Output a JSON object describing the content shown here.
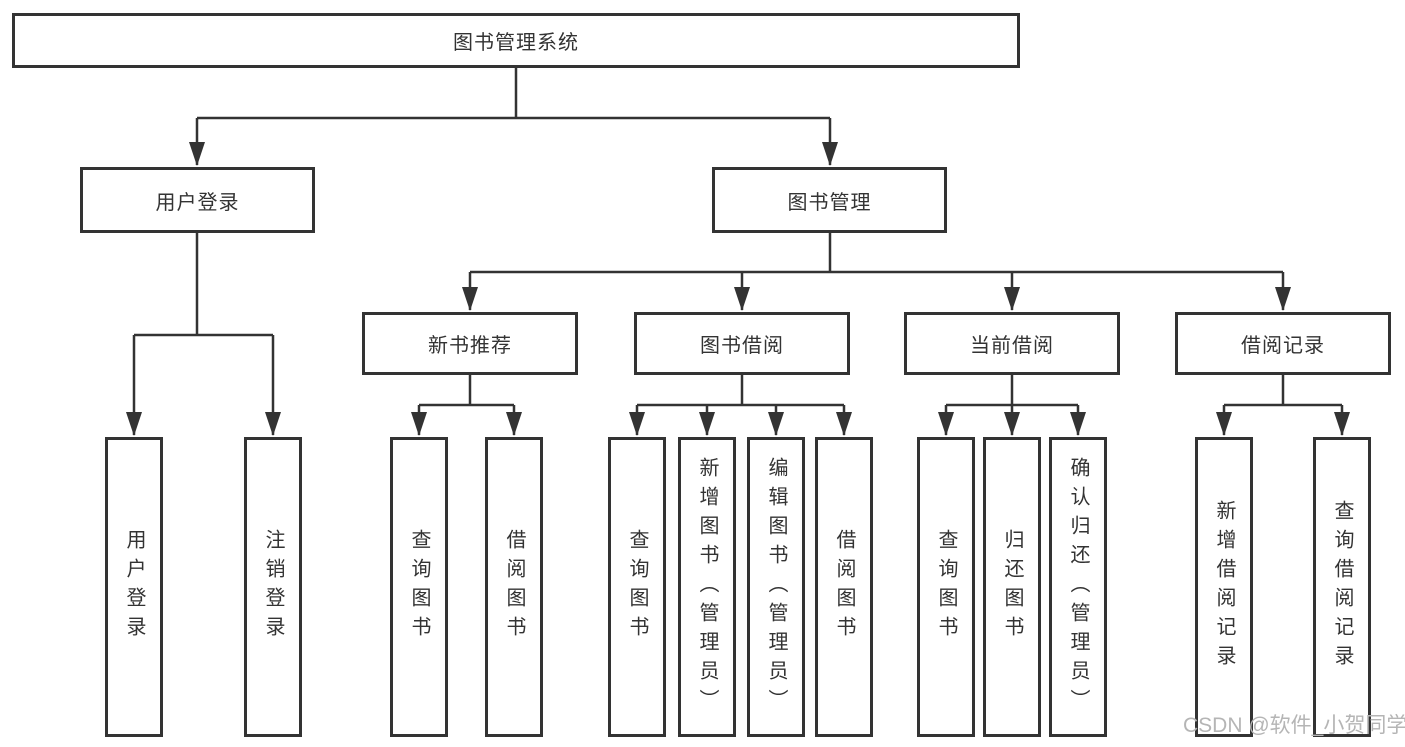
{
  "diagram": {
    "title": "图书管理系统",
    "colors": {
      "line": "#333333",
      "border": "#333333",
      "text": "#333333",
      "background": "#ffffff",
      "watermark": "#b5b5b5"
    },
    "root": {
      "label": "图书管理系统"
    },
    "level2": [
      {
        "label": "用户登录"
      },
      {
        "label": "图书管理"
      }
    ],
    "level3": [
      {
        "label": "新书推荐"
      },
      {
        "label": "图书借阅"
      },
      {
        "label": "当前借阅"
      },
      {
        "label": "借阅记录"
      }
    ],
    "leaves": {
      "user_login": [
        {
          "label": "用户登录"
        },
        {
          "label": "注销登录"
        }
      ],
      "new_book_recommend": [
        {
          "label": "查询图书"
        },
        {
          "label": "借阅图书"
        }
      ],
      "book_borrow": [
        {
          "label": "查询图书"
        },
        {
          "label": "新增图书（管理员）"
        },
        {
          "label": "编辑图书（管理员）"
        },
        {
          "label": "借阅图书"
        }
      ],
      "current_borrow": [
        {
          "label": "查询图书"
        },
        {
          "label": "归还图书"
        },
        {
          "label": "确认归还（管理员）"
        }
      ],
      "borrow_records": [
        {
          "label": "新增借阅记录"
        },
        {
          "label": "查询借阅记录"
        }
      ]
    },
    "watermark": "CSDN @软件_小贺同学"
  }
}
